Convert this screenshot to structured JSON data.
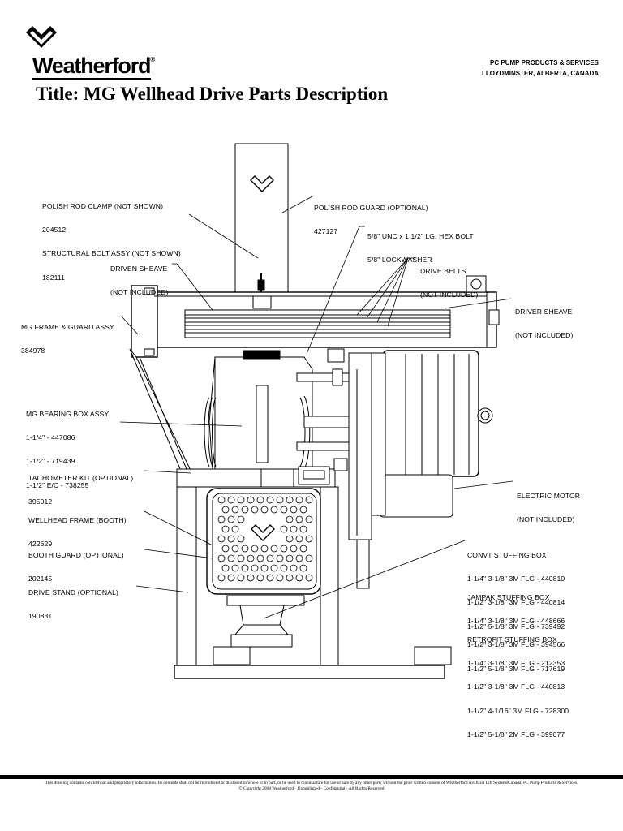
{
  "header": {
    "brand": "Weatherford",
    "brand_mark": "®",
    "company_line1": "PC PUMP PRODUCTS & SERVICES",
    "company_line2": "LLOYDMINSTER, ALBERTA, CANADA",
    "title": "Title: MG Wellhead Drive Parts Description"
  },
  "labels": {
    "polish_rod_clamp": [
      "POLISH ROD CLAMP (NOT SHOWN)",
      "204512",
      "STRUCTURAL BOLT ASSY (NOT SHOWN)",
      "182111"
    ],
    "polish_rod_guard": [
      "POLISH ROD GUARD (OPTIONAL)",
      "427127"
    ],
    "hex_bolt": [
      "5/8\" UNC x 1 1/2\" LG. HEX BOLT",
      "5/8\" LOCKWASHER"
    ],
    "driven_sheave": [
      "DRIVEN SHEAVE",
      "(NOT INCLUDED)"
    ],
    "drive_belts": [
      "DRIVE BELTS",
      "(NOT INCLUDED)"
    ],
    "driver_sheave": [
      "DRIVER SHEAVE",
      "(NOT INCLUDED)"
    ],
    "mg_frame": [
      "MG FRAME & GUARD ASSY",
      "384978"
    ],
    "bearing_box": [
      "MG BEARING BOX ASSY",
      "1-1/4\" - 447086",
      "1-1/2\" - 719439",
      "1-1/2\" E/C - 738255"
    ],
    "tachometer": [
      "TACHOMETER KIT (OPTIONAL)",
      "395012"
    ],
    "electric_motor": [
      "ELECTRIC MOTOR",
      "(NOT INCLUDED)"
    ],
    "wellhead_frame": [
      "WELLHEAD FRAME (BOOTH)",
      "422629"
    ],
    "booth_guard": [
      "BOOTH GUARD (OPTIONAL)",
      "202145"
    ],
    "drive_stand": [
      "DRIVE STAND (OPTIONAL)",
      "190831"
    ],
    "convt_stuffing_box": [
      "CONVT STUFFING BOX",
      "1-1/4\" 3-1/8\" 3M FLG - 440810",
      "1-1/2\" 3-1/8\" 3M FLG - 440814",
      "1-1/2\" 5-1/8\" 3M FLG - 739492"
    ],
    "jampak_stuffing_box": [
      "JAMPAK STUFFING BOX",
      "1-1/4\" 3-1/8\" 3M FLG - 448666",
      "1-1/2\" 3-1/8\" 3M FLG - 394566",
      "1-1/2\" 5-1/8\" 3M FLG - 717619"
    ],
    "retrofit_stuffing_box": [
      "RETROFIT STUFFING BOX",
      "1-1/4\" 3-1/8\" 3M FLG - 212353",
      "1-1/2\" 3-1/8\" 3M FLG - 440813",
      "1-1/2\" 4-1/16\" 3M FLG - 728300",
      "1-1/2\" 5-1/8\" 2M FLG - 399077"
    ]
  },
  "footer": {
    "line1": "This drawing contains confidential and proprietary information. Its contents shall not be reproduced or disclosed in whole or in part, or be used to manufacture for use or sale by any other party without the prior written consent of Weatherford Artificial Lift SystemsCanada, PC Pump Products & Services.",
    "line2": "© Copyright 2004 Weatherford · Unpublished - Confidential · All Rights Reserved"
  },
  "icons": [
    "weatherford-logo-mark"
  ]
}
